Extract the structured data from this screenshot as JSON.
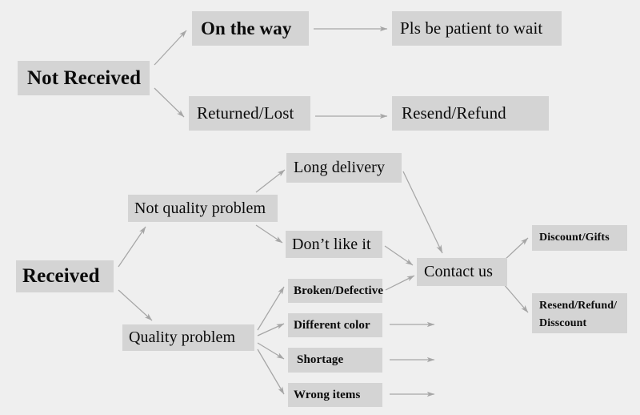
{
  "meta": {
    "title": "Order Issue Resolution Flowchart",
    "background_color": "#efefef",
    "node_color": "#d4d4d4",
    "text_color": "#0a0a0a",
    "arrow_color": "#a8a8a8"
  },
  "nodes": {
    "not_received": "Not Received",
    "on_the_way": "On the way",
    "pls_wait": "Pls be patient to wait",
    "returned_lost": "Returned/Lost",
    "resend_refund": "Resend/Refund",
    "received": "Received",
    "not_quality_problem": "Not quality problem",
    "quality_problem": "Quality problem",
    "long_delivery": "Long delivery",
    "dont_like_it": "Don’t like it",
    "broken_defective": "Broken/Defective",
    "different_color": "Different color",
    "shortage": "Shortage",
    "wrong_items": "Wrong items",
    "contact_us": "Contact us",
    "discount_gifts": "Discount/Gifts",
    "resend_refund_discount_line1": "Resend/Refund/",
    "resend_refund_discount_line2": "Disscount"
  },
  "edges": [
    {
      "from": "not_received",
      "to": "on_the_way"
    },
    {
      "from": "on_the_way",
      "to": "pls_wait"
    },
    {
      "from": "not_received",
      "to": "returned_lost"
    },
    {
      "from": "returned_lost",
      "to": "resend_refund"
    },
    {
      "from": "received",
      "to": "not_quality_problem"
    },
    {
      "from": "received",
      "to": "quality_problem"
    },
    {
      "from": "not_quality_problem",
      "to": "long_delivery"
    },
    {
      "from": "not_quality_problem",
      "to": "dont_like_it"
    },
    {
      "from": "long_delivery",
      "to": "contact_us"
    },
    {
      "from": "dont_like_it",
      "to": "contact_us"
    },
    {
      "from": "quality_problem",
      "to": "broken_defective"
    },
    {
      "from": "quality_problem",
      "to": "different_color"
    },
    {
      "from": "quality_problem",
      "to": "shortage"
    },
    {
      "from": "quality_problem",
      "to": "wrong_items"
    },
    {
      "from": "broken_defective",
      "to": "contact_us"
    },
    {
      "from": "different_color",
      "to": "contact_us"
    },
    {
      "from": "shortage",
      "to": "contact_us"
    },
    {
      "from": "wrong_items",
      "to": "contact_us"
    },
    {
      "from": "contact_us",
      "to": "discount_gifts"
    },
    {
      "from": "contact_us",
      "to": "resend_refund_discount"
    }
  ]
}
